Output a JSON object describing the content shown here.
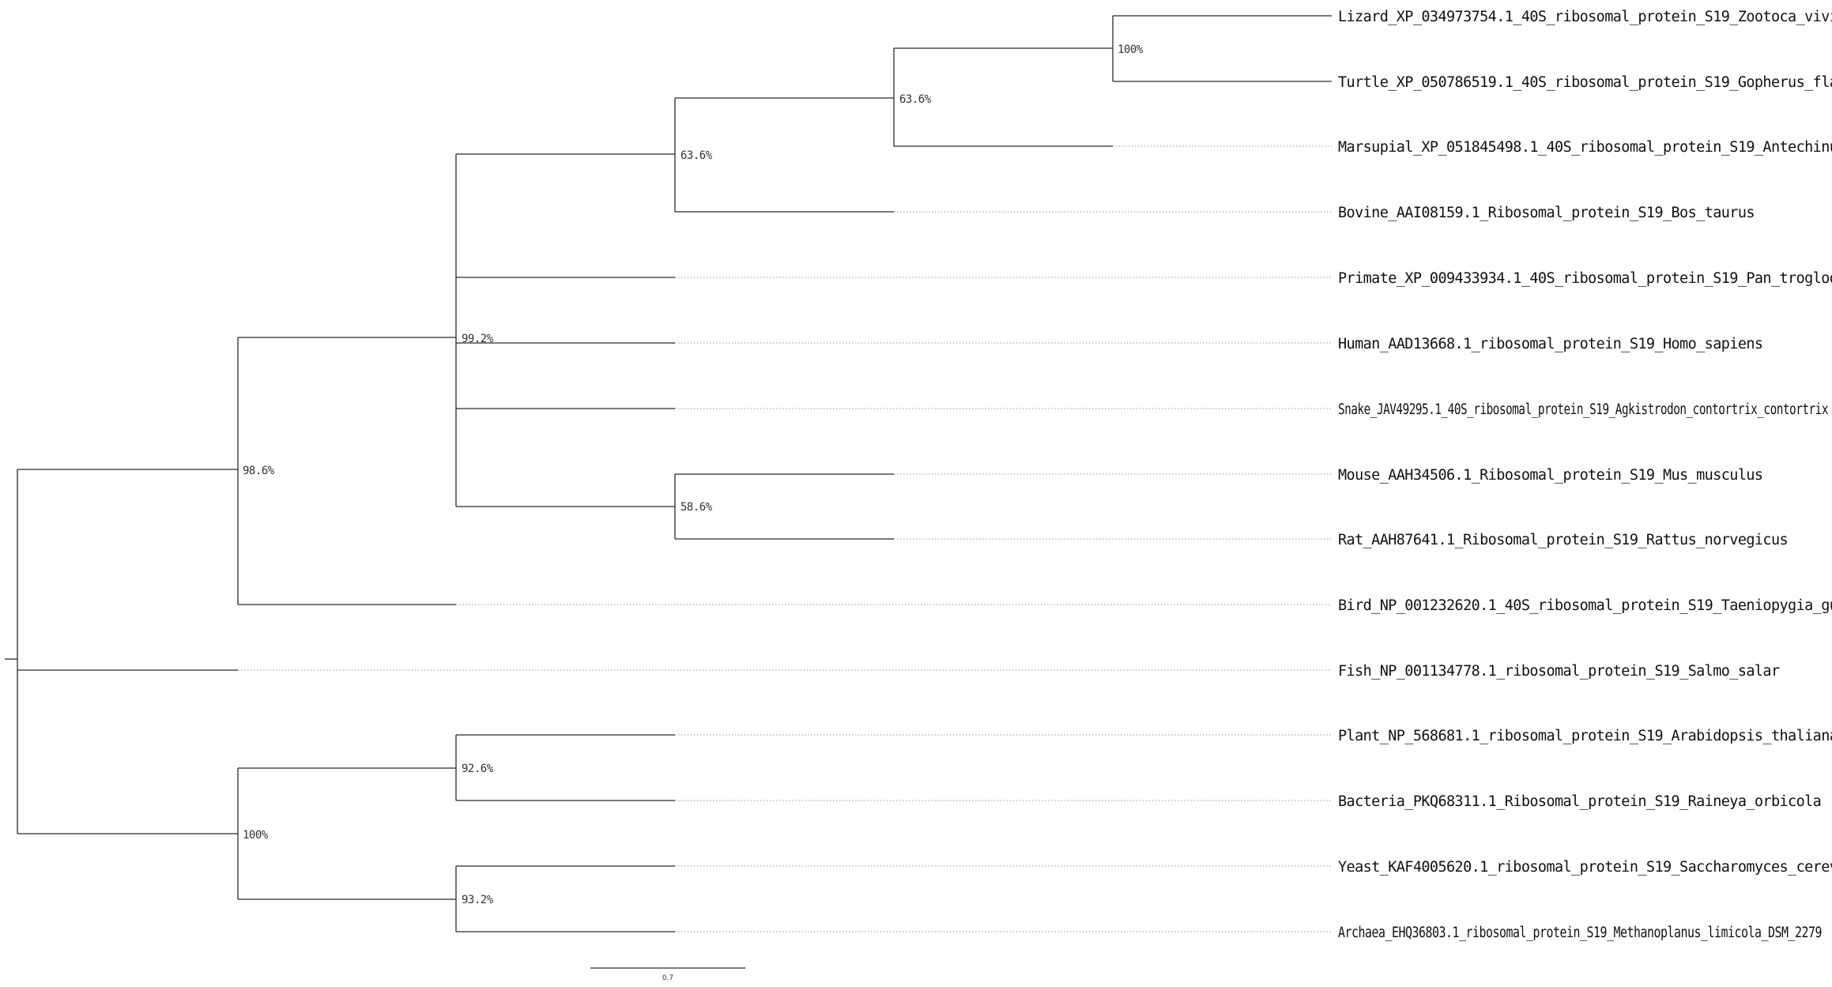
{
  "tree": {
    "leaves": [
      "Lizard_XP_034973754.1_40S_ribosomal_protein_S19_Zootoca_vivipara",
      "Turtle_XP_050786519.1_40S_ribosomal_protein_S19_Gopherus_flavomarginatus",
      "Marsupial_XP_051845498.1_40S_ribosomal_protein_S19_Antechinus_flavipes",
      "Bovine_AAI08159.1_Ribosomal_protein_S19_Bos_taurus",
      "Primate_XP_009433934.1_40S_ribosomal_protein_S19_Pan_troglodytes",
      "Human_AAD13668.1_ribosomal_protein_S19_Homo_sapiens",
      "Snake_JAV49295.1_40S_ribosomal_protein_S19_Agkistrodon_contortrix_contortrix",
      "Mouse_AAH34506.1_Ribosomal_protein_S19_Mus_musculus",
      "Rat_AAH87641.1_Ribosomal_protein_S19_Rattus_norvegicus",
      "Bird_NP_001232620.1_40S_ribosomal_protein_S19_Taeniopygia_guttata",
      "Fish_NP_001134778.1_ribosomal_protein_S19_Salmo_salar",
      "Plant_NP_568681.1_ribosomal_protein_S19_Arabidopsis_thaliana",
      "Bacteria_PKQ68311.1_Ribosomal_protein_S19_Raineya_orbicola",
      "Yeast_KAF4005620.1_ribosomal_protein_S19_Saccharomyces_cerevisiae",
      "Archaea_EHQ36803.1_ribosomal_protein_S19_Methanoplanus_limicola_DSM_2279"
    ],
    "support": {
      "lizard_turtle": "100%",
      "lizard_turtle_marsupial": "63.6%",
      "amniote_bovine": "63.6%",
      "vertebrate_polytomy": "99.2%",
      "mouse_rat": "58.6%",
      "with_bird": "98.6%",
      "plant_bacteria": "92.6%",
      "yeast_archaea": "93.2%",
      "outgroup_clade": "100%"
    },
    "scale_bar": {
      "label": "0.7"
    }
  }
}
